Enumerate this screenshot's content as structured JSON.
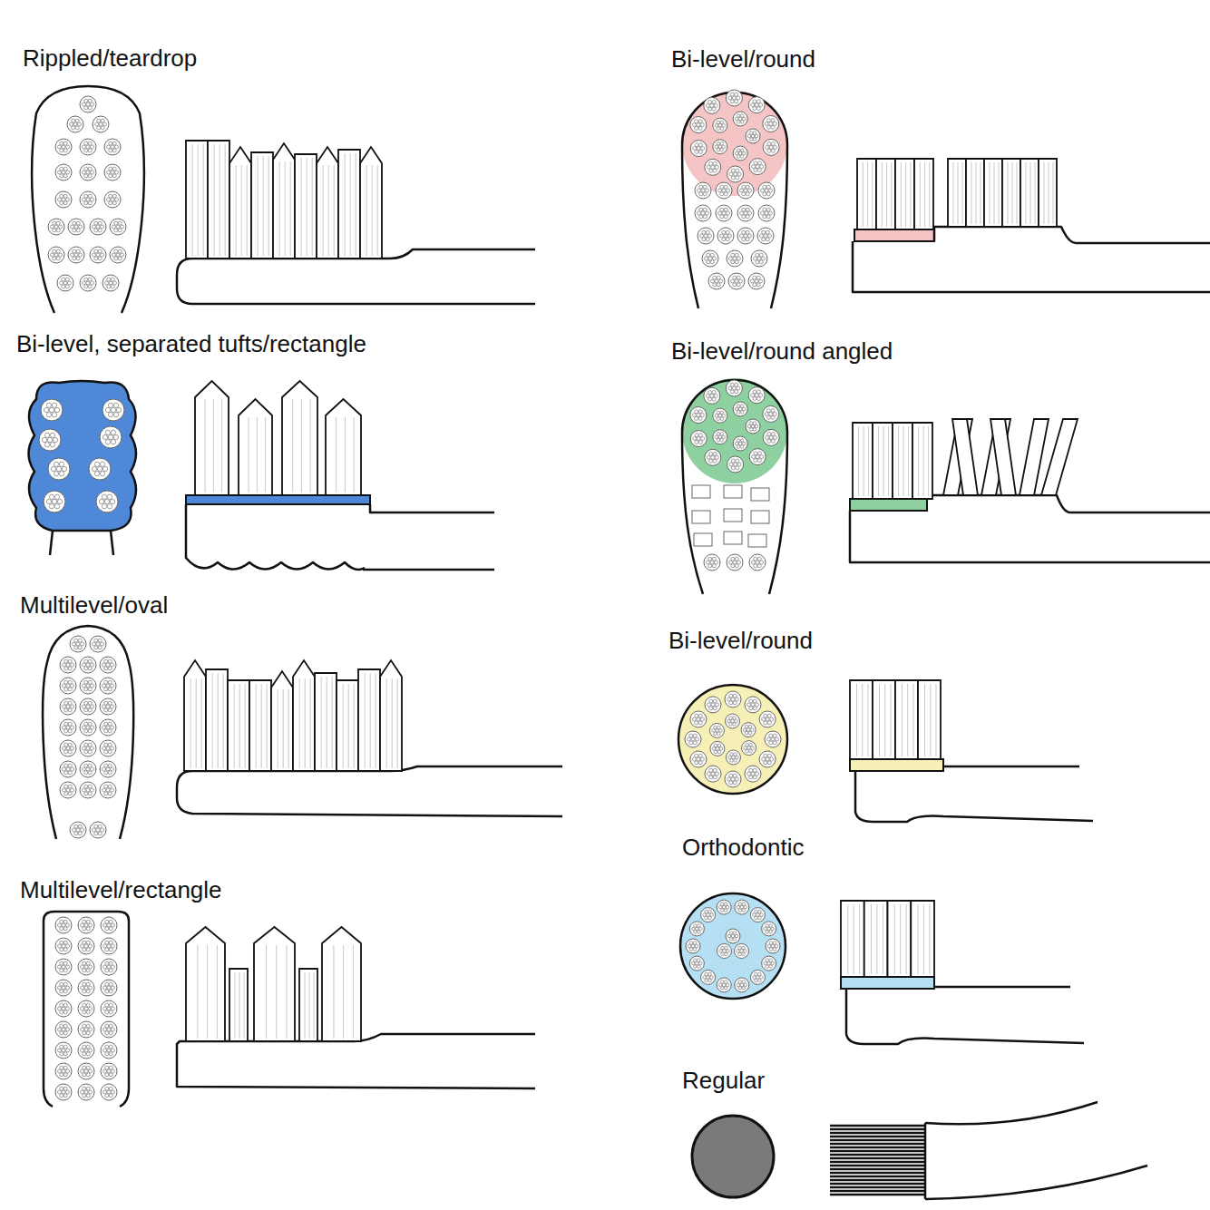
{
  "diagram": {
    "labels": [
      "Rippled/teardrop",
      "Bi-level, separated tufts/rectangle",
      "Multilevel/oval",
      "Multilevel/rectangle",
      "Bi-level/round",
      "Bi-level/round angled",
      "Bi-level/round",
      "Orthodontic",
      "Regular"
    ]
  }
}
